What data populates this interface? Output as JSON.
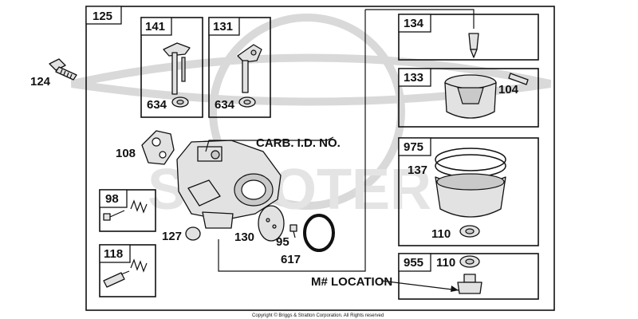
{
  "labels": {
    "n125": "125",
    "n124": "124",
    "n141": "141",
    "n131": "131",
    "n634a": "634",
    "n634b": "634",
    "n108": "108",
    "n98": "98",
    "n118": "118",
    "n127": "127",
    "n130": "130",
    "n95": "95",
    "n617": "617",
    "n134": "134",
    "n133": "133",
    "n104": "104",
    "n975": "975",
    "n137": "137",
    "n110a": "110",
    "n955": "955",
    "n110b": "110"
  },
  "callouts": {
    "carb_id": "CARB. I.D. NO.",
    "m_location": "M# LOCATION"
  },
  "copyright": "Copyright © Briggs & Stratton Corporation. All Rights reserved"
}
